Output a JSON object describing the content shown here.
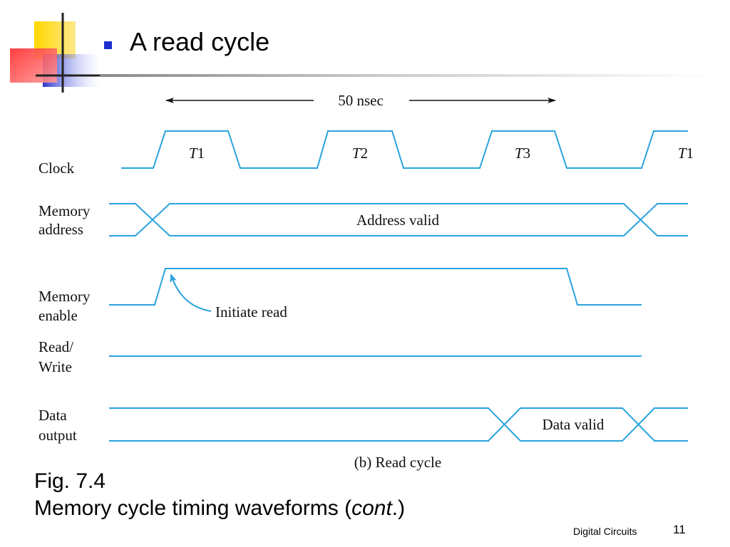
{
  "slide": {
    "title": "A read cycle",
    "caption_line1": "Fig. 7.4",
    "caption_line2_prefix": "Memory cycle timing waveforms (",
    "caption_line2_italic": "cont",
    "caption_line2_suffix": ".)",
    "footer": "Digital Circuits",
    "page_number": "11"
  },
  "diagram": {
    "duration_label": "50 nsec",
    "clock_label": "Clock",
    "clock_periods": [
      {
        "prefix": "T",
        "num": "1"
      },
      {
        "prefix": "T",
        "num": "2"
      },
      {
        "prefix": "T",
        "num": "3"
      },
      {
        "prefix": "T",
        "num": "1"
      }
    ],
    "address_label_1": "Memory",
    "address_label_2": "address",
    "address_valid": "Address valid",
    "enable_label_1": "Memory",
    "enable_label_2": "enable",
    "initiate_read": "Initiate read",
    "rw_label_1": "Read/",
    "rw_label_2": "Write",
    "data_label_1": "Data",
    "data_label_2": "output",
    "data_valid": "Data valid",
    "subcaption": "(b) Read cycle"
  },
  "colors": {
    "waveform": "#29a3dc",
    "bullet": "#1f2fd0",
    "logo_yellow": "#ffd700",
    "logo_red": "#ff3b3b",
    "logo_blue": "#3340d0"
  }
}
